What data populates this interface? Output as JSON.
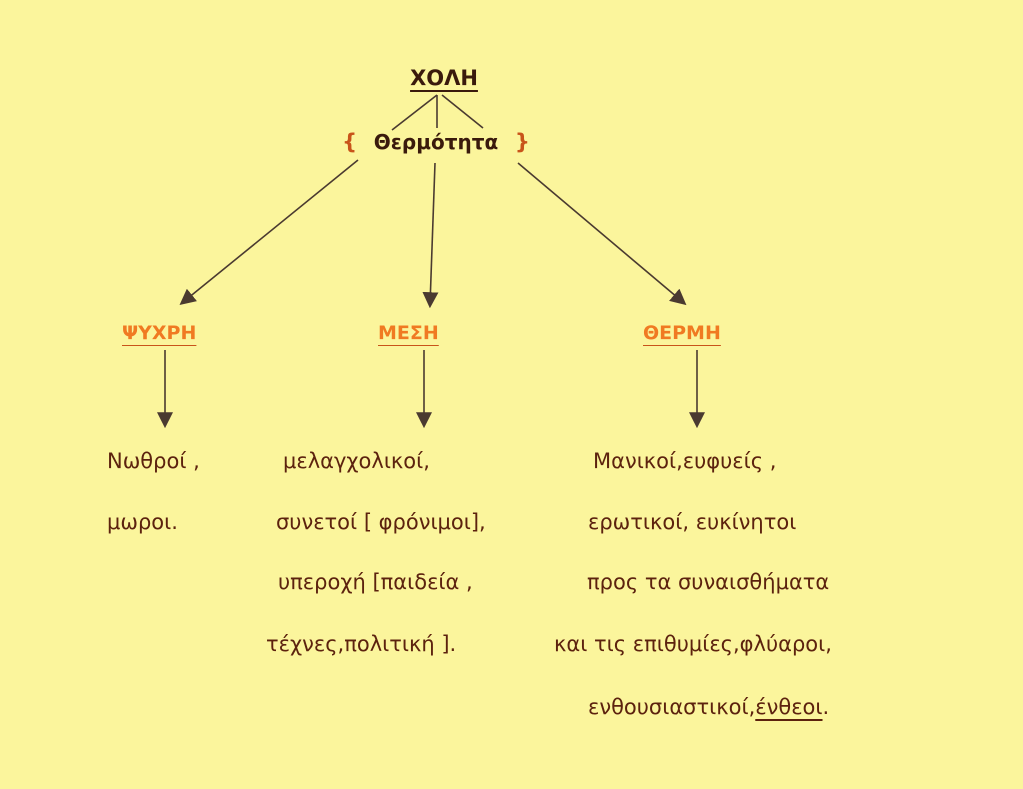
{
  "root": {
    "label": "ΧΟΛΗ"
  },
  "attribute": {
    "open_brace": "{",
    "label": "Θερμότητα",
    "close_brace": "}"
  },
  "categories": [
    {
      "label": "ΨΥΧΡΗ",
      "lines": [
        "Νωθροί ,",
        "μωροι."
      ]
    },
    {
      "label": "ΜΕΣΗ",
      "lines": [
        "μελαγχολικοί,",
        "συνετοί [ φρόνιμοι],",
        "υπεροχή [παιδεία ,",
        "τέχνες,πολιτική ]."
      ]
    },
    {
      "label": "ΘΕΡΜΗ",
      "lines": [
        "Μανικοί,ευφυείς ,",
        "ερωτικοί, ευκίνητοι",
        "προς τα συναισθήματα",
        "και τις επιθυμίες,φλύαροι,"
      ],
      "last_line_prefix": "ενθουσιαστικοί,",
      "last_line_underlined": "ένθεοι",
      "last_line_suffix": "."
    }
  ],
  "colors": {
    "background": "#fbf59c",
    "category": "#f07a22",
    "text": "#5c220e",
    "arrow": "#4a3a30"
  }
}
